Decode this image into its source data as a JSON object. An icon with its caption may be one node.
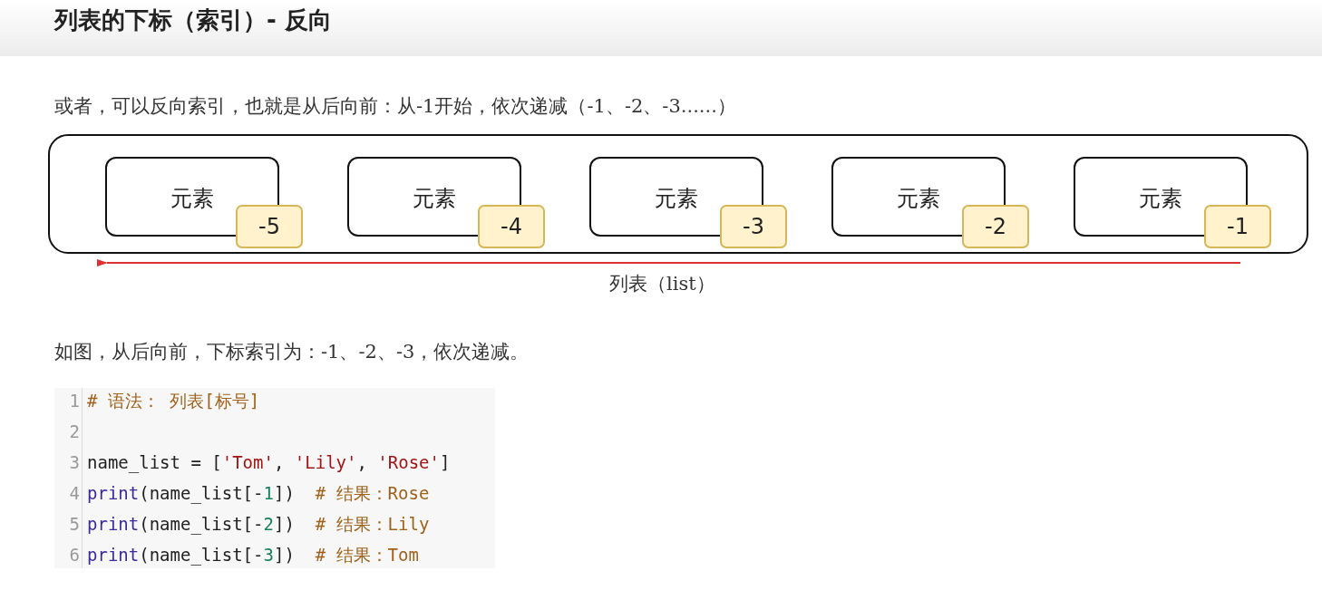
{
  "diagram": {
    "title": "列表的下标（索引）- 反向",
    "nodes": [
      {
        "text": [],
        "shape": "box"
      },
      {
        "text": [
          "元素"
        ],
        "in": 0
      },
      {
        "text": [
          "-5"
        ],
        "in": 0
      },
      {
        "text": [
          "元素"
        ],
        "in": 0
      },
      {
        "text": [
          "-4"
        ],
        "in": 0
      },
      {
        "text": [
          "元素"
        ],
        "in": 0
      },
      {
        "text": [
          "-3"
        ],
        "in": 0
      },
      {
        "text": [
          "元素"
        ],
        "in": 0
      },
      {
        "text": [
          "-2"
        ],
        "in": 0
      },
      {
        "text": [
          "元素"
        ],
        "in": 0
      },
      {
        "text": [
          "-1"
        ],
        "in": 0
      }
    ],
    "edges": [],
    "labels": [
      "或者，可以反向索引，也就是从后向前：从-1开始，依次递减（-1、-2、-3......）",
      "列表（list）",
      "如图，从后向前，下标索引为：-1、-2、-3，依次递减。",
      "1",
      "# 语法： 列表[标号]",
      "2",
      "3",
      "name_list = ['Tom', 'Lily', 'Rose']",
      "4",
      "print(name_list[-1])  # 结果：Rose",
      "5",
      "print(name_list[-2])  # 结果：Lily",
      "6",
      "print(name_list[-3])  # 结果：Tom"
    ]
  }
}
